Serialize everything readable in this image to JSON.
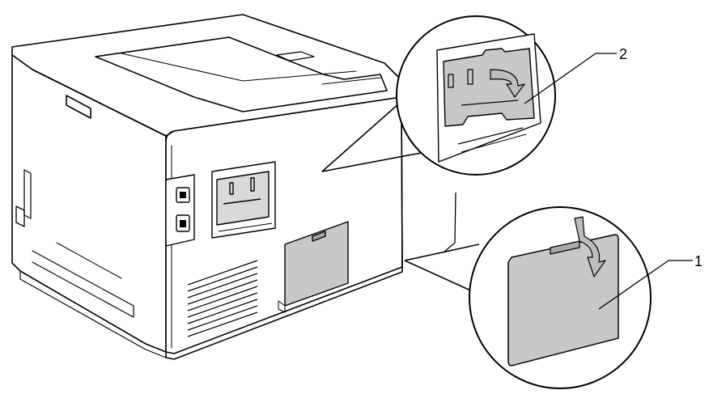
{
  "callouts": [
    {
      "number": "2",
      "part": "memory-slot-inner-cover"
    },
    {
      "number": "1",
      "part": "memory-slot-outer-cover"
    }
  ],
  "colors": {
    "line": "#000000",
    "cover_fill": "#c8c8c8",
    "cover_dark": "#a9a9a9",
    "arrow_fill": "#bdbdbd",
    "background": "#ffffff"
  }
}
